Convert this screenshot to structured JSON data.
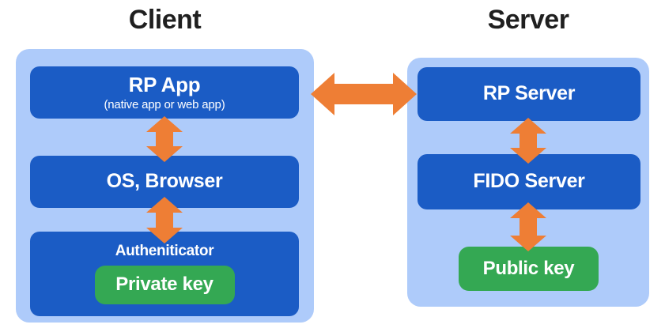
{
  "colors": {
    "container_bg": "#aecbfa",
    "box_bg": "#1b5cc5",
    "green_bg": "#34a853",
    "arrow_color": "#ee7e35",
    "title_text": "#1f1f1f",
    "box_text": "#ffffff"
  },
  "client": {
    "title": "Client",
    "rp_app": {
      "label": "RP App",
      "sublabel": "(native app or web app)"
    },
    "os_browser": {
      "label": "OS, Browser"
    },
    "authenticator": {
      "label": "Autheniticator",
      "private_key_label": "Private key"
    }
  },
  "server": {
    "title": "Server",
    "rp_server": {
      "label": "RP Server"
    },
    "fido_server": {
      "label": "FIDO Server"
    },
    "public_key": {
      "label": "Public key"
    }
  },
  "arrows": [
    "client-server-horizontal-double-arrow",
    "rpapp-osbrowser-double-arrow",
    "osbrowser-authenticator-double-arrow",
    "rpserver-fidoserver-double-arrow",
    "fidoserver-publickey-double-arrow"
  ]
}
